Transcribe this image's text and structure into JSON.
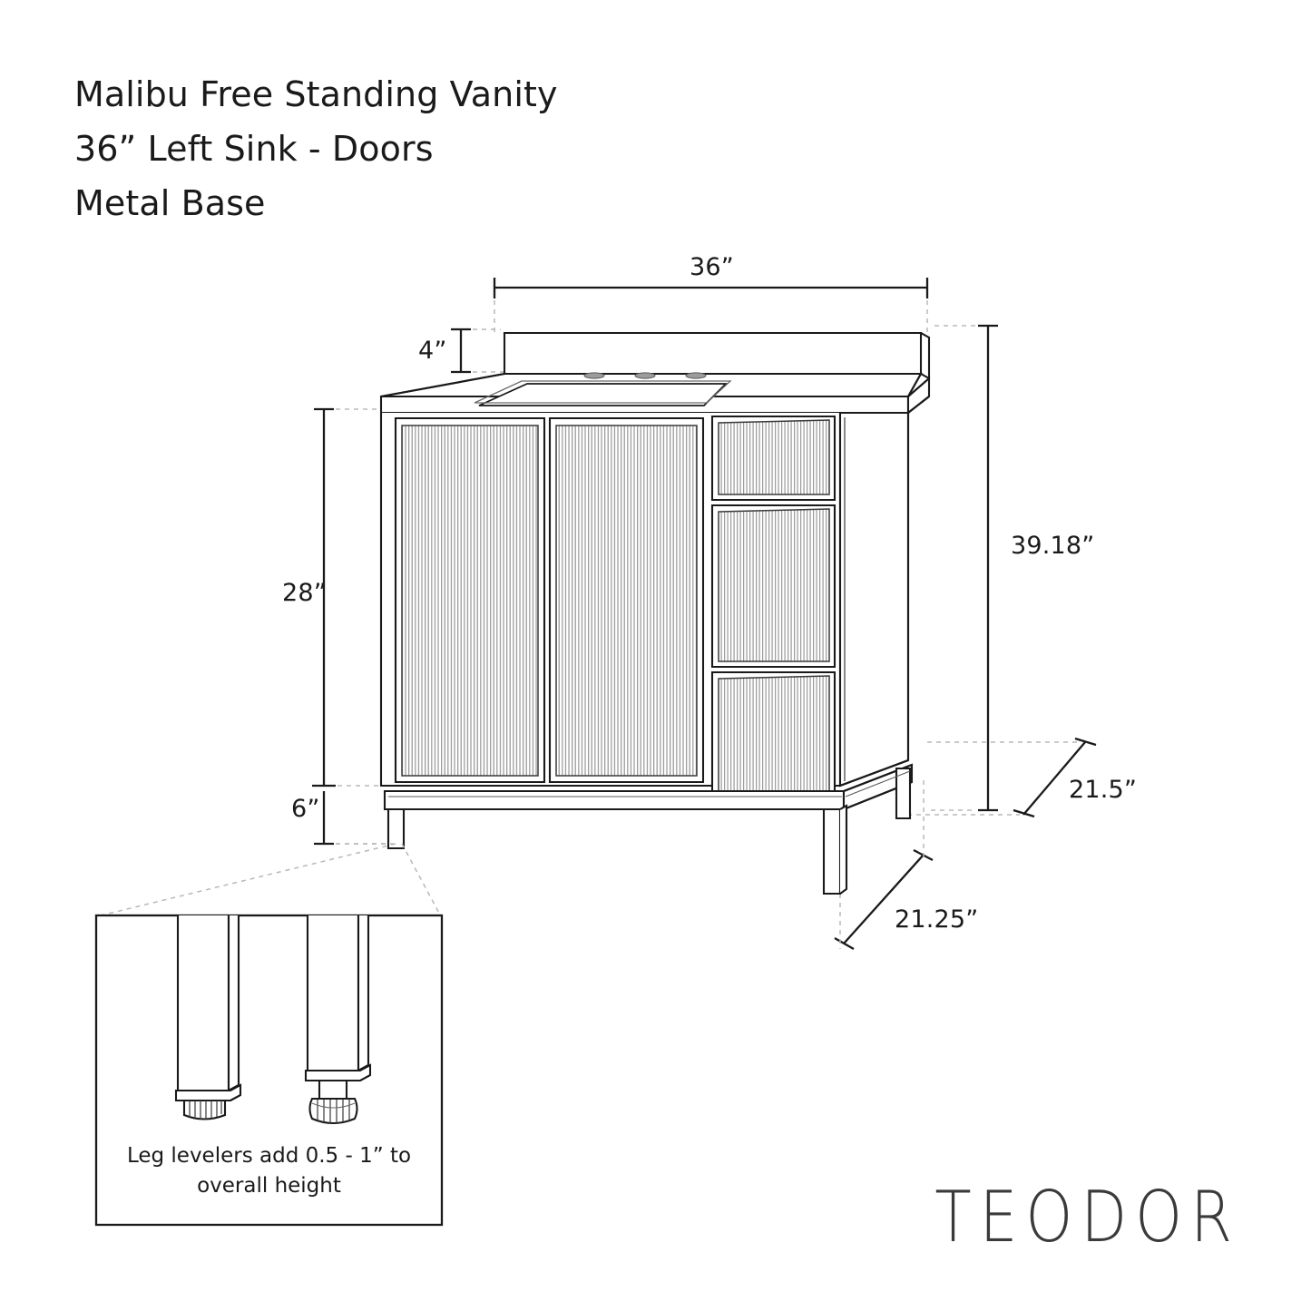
{
  "document": {
    "title_lines": [
      "Malibu Free Standing Vanity",
      "36” Left Sink - Doors",
      "Metal Base"
    ],
    "brand": "TEODOR"
  },
  "dimensions": {
    "width_top": "36”",
    "backsplash_height": "4”",
    "cabinet_height": "28”",
    "leg_height": "6”",
    "overall_height": "39.18”",
    "depth_cabinet": "21.5”",
    "depth_base": "21.25”"
  },
  "detail_inset": {
    "caption_line_1": "Leg levelers add 0.5 - 1” to",
    "caption_line_2": "overall height"
  },
  "product": {
    "configuration": "36” Left Sink - Doors",
    "base_type": "Metal Base",
    "doors": 2,
    "drawers": 3,
    "faucet_holes": 3,
    "panel_style": "fluted"
  },
  "colors": {
    "line": "#1a1a1a",
    "dashed": "#b8b8b8",
    "flute": "#8c8c8c",
    "paper": "#ffffff"
  }
}
